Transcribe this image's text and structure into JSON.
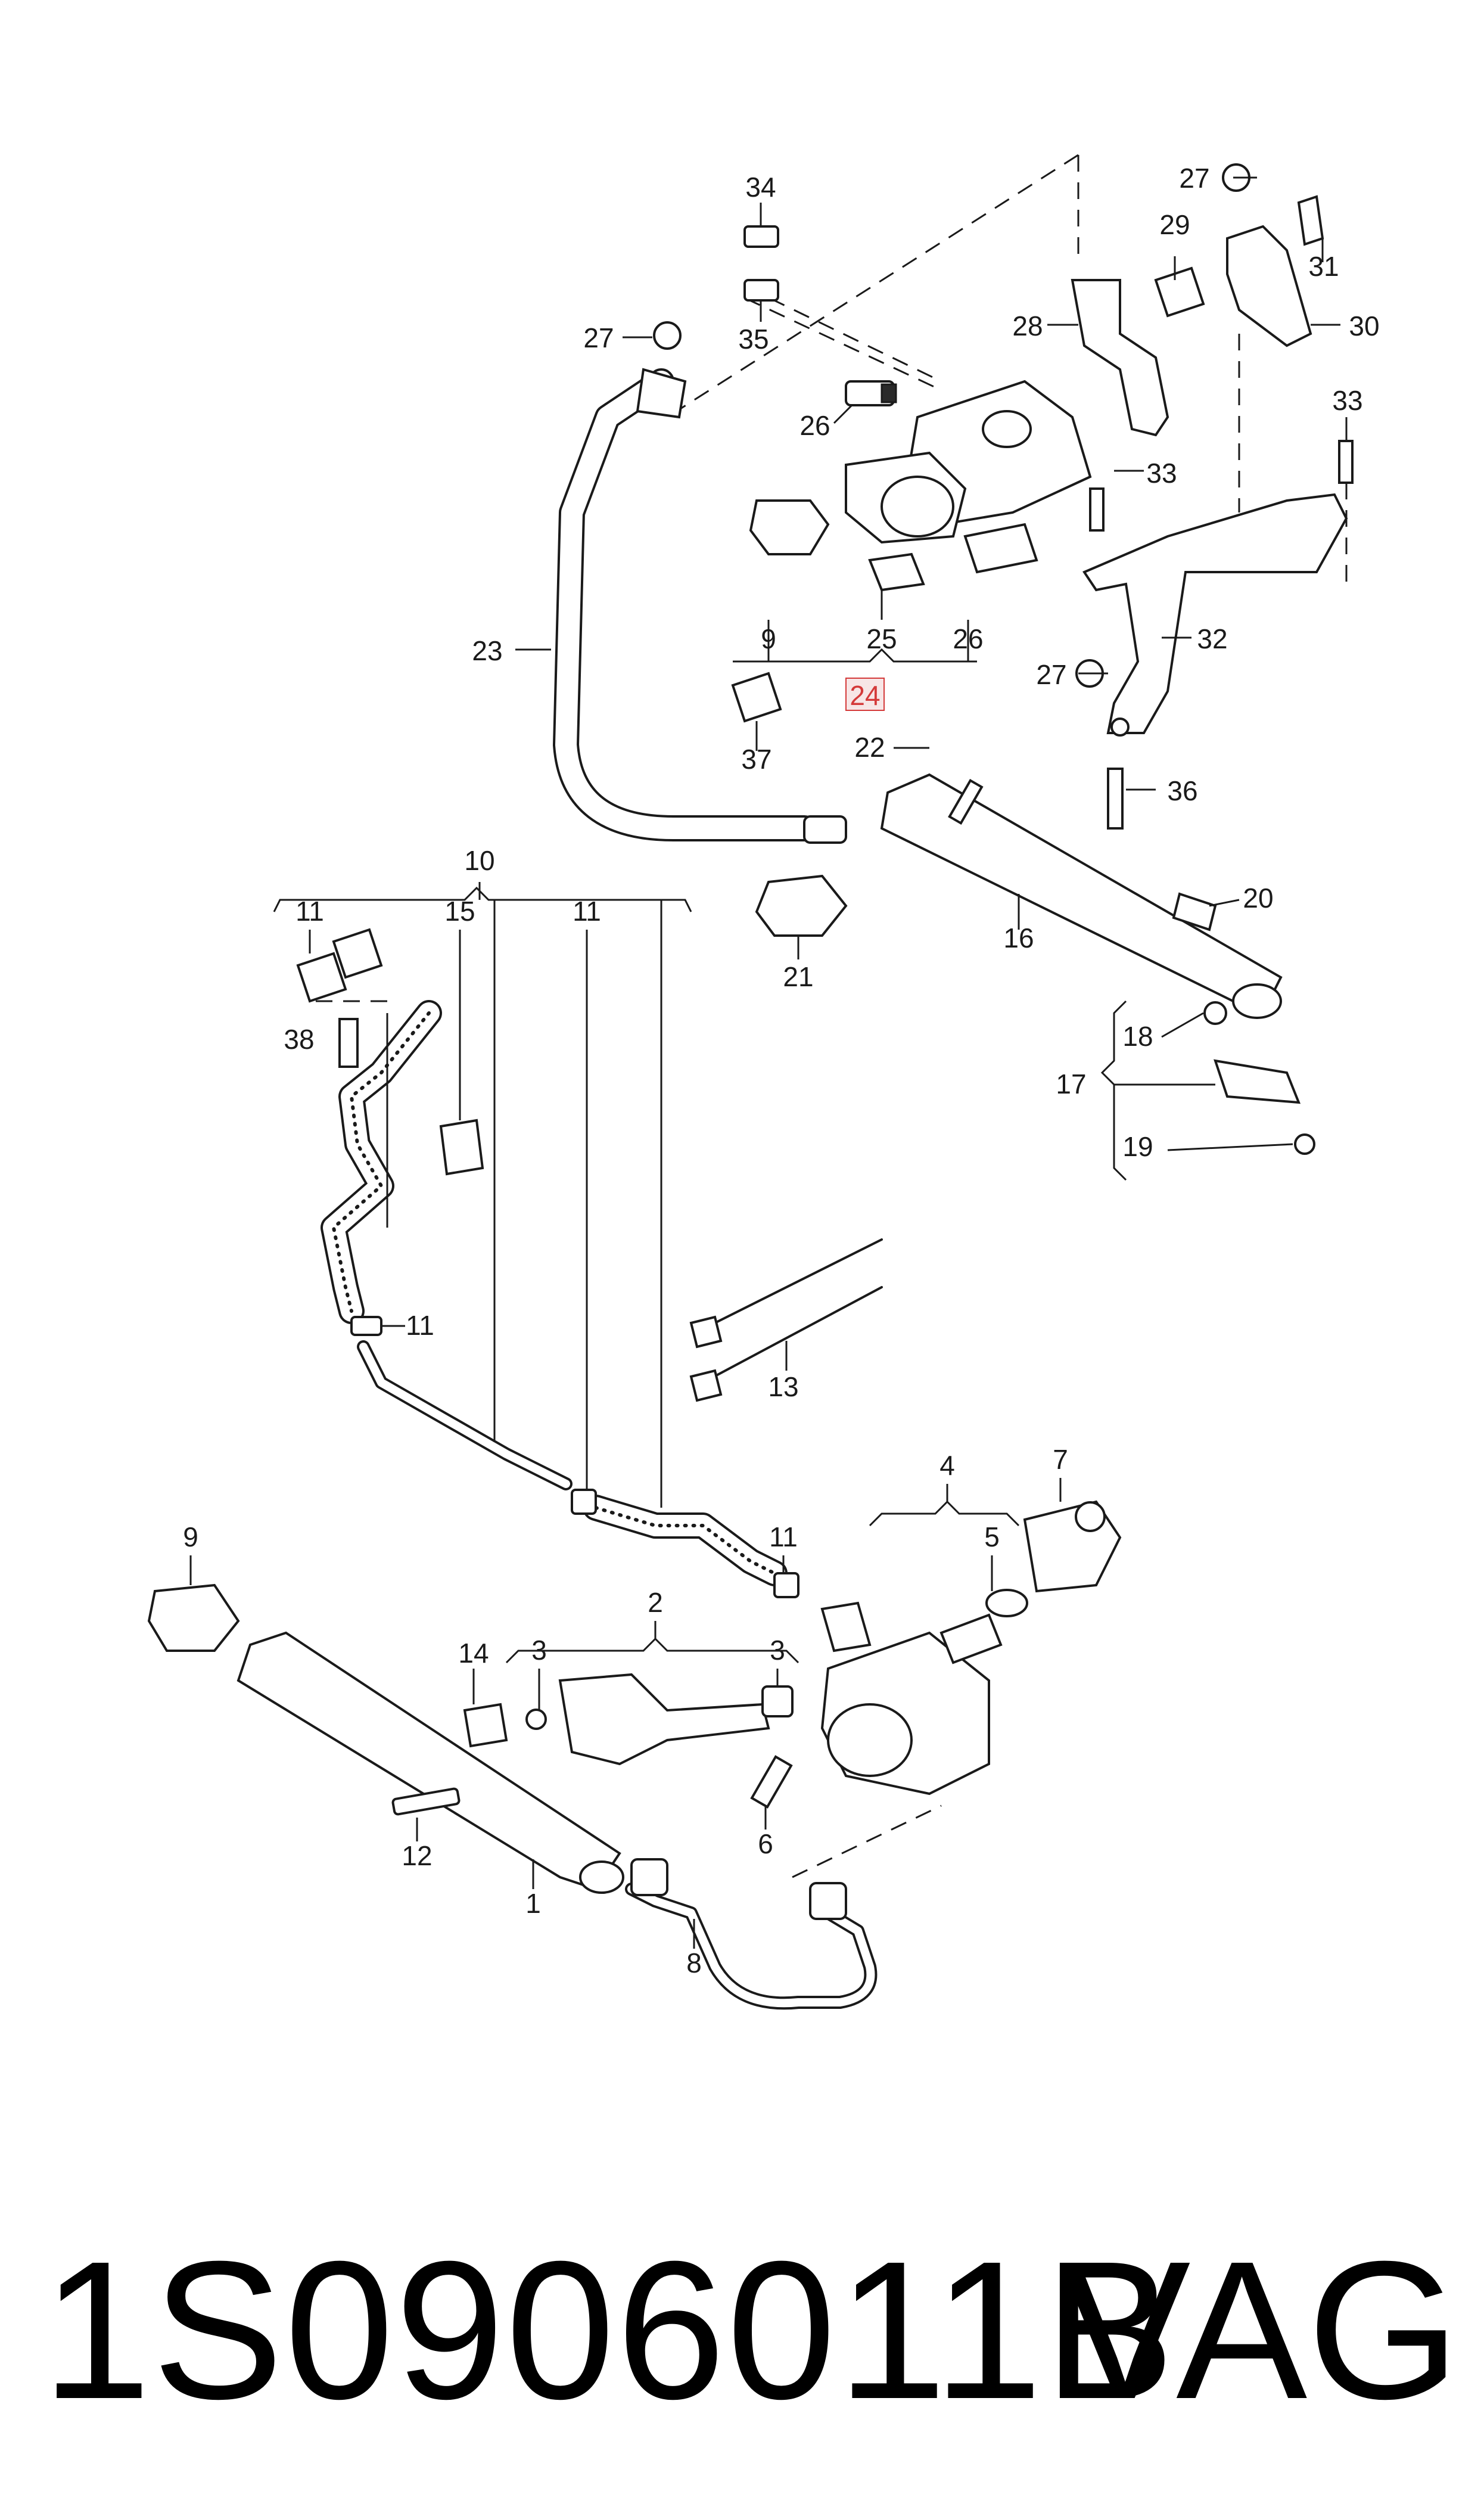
{
  "diagram": {
    "callouts": [
      {
        "id": "c34",
        "label": "34"
      },
      {
        "id": "c35",
        "label": "35"
      },
      {
        "id": "c27a",
        "label": "27"
      },
      {
        "id": "c27b",
        "label": "27"
      },
      {
        "id": "c27c",
        "label": "27"
      },
      {
        "id": "c29",
        "label": "29"
      },
      {
        "id": "c31",
        "label": "31"
      },
      {
        "id": "c30",
        "label": "30"
      },
      {
        "id": "c28",
        "label": "28"
      },
      {
        "id": "c26a",
        "label": "26"
      },
      {
        "id": "c26b",
        "label": "26"
      },
      {
        "id": "c33a",
        "label": "33"
      },
      {
        "id": "c33b",
        "label": "33"
      },
      {
        "id": "c9a",
        "label": "9"
      },
      {
        "id": "c25",
        "label": "25"
      },
      {
        "id": "c23",
        "label": "23"
      },
      {
        "id": "c32",
        "label": "32"
      },
      {
        "id": "c24",
        "label": "24",
        "highlight": true
      },
      {
        "id": "c37",
        "label": "37"
      },
      {
        "id": "c22",
        "label": "22"
      },
      {
        "id": "c36",
        "label": "36"
      },
      {
        "id": "c10",
        "label": "10"
      },
      {
        "id": "c11a",
        "label": "11"
      },
      {
        "id": "c15",
        "label": "15"
      },
      {
        "id": "c11b",
        "label": "11"
      },
      {
        "id": "c20",
        "label": "20"
      },
      {
        "id": "c16",
        "label": "16"
      },
      {
        "id": "c21",
        "label": "21"
      },
      {
        "id": "c38",
        "label": "38"
      },
      {
        "id": "c18",
        "label": "18"
      },
      {
        "id": "c17",
        "label": "17"
      },
      {
        "id": "c19",
        "label": "19"
      },
      {
        "id": "c11c",
        "label": "11"
      },
      {
        "id": "c13",
        "label": "13"
      },
      {
        "id": "c4",
        "label": "4"
      },
      {
        "id": "c7",
        "label": "7"
      },
      {
        "id": "c11d",
        "label": "11"
      },
      {
        "id": "c5",
        "label": "5"
      },
      {
        "id": "c9b",
        "label": "9"
      },
      {
        "id": "c2",
        "label": "2"
      },
      {
        "id": "c14",
        "label": "14"
      },
      {
        "id": "c3a",
        "label": "3"
      },
      {
        "id": "c3b",
        "label": "3"
      },
      {
        "id": "c6",
        "label": "6"
      },
      {
        "id": "c12",
        "label": "12"
      },
      {
        "id": "c1",
        "label": "1"
      },
      {
        "id": "c8",
        "label": "8"
      }
    ],
    "highlight_color": "#d43a3a",
    "line_color": "#1a1a1a"
  },
  "footer": {
    "part_number": "1S0906011B",
    "brand": "VAG"
  }
}
